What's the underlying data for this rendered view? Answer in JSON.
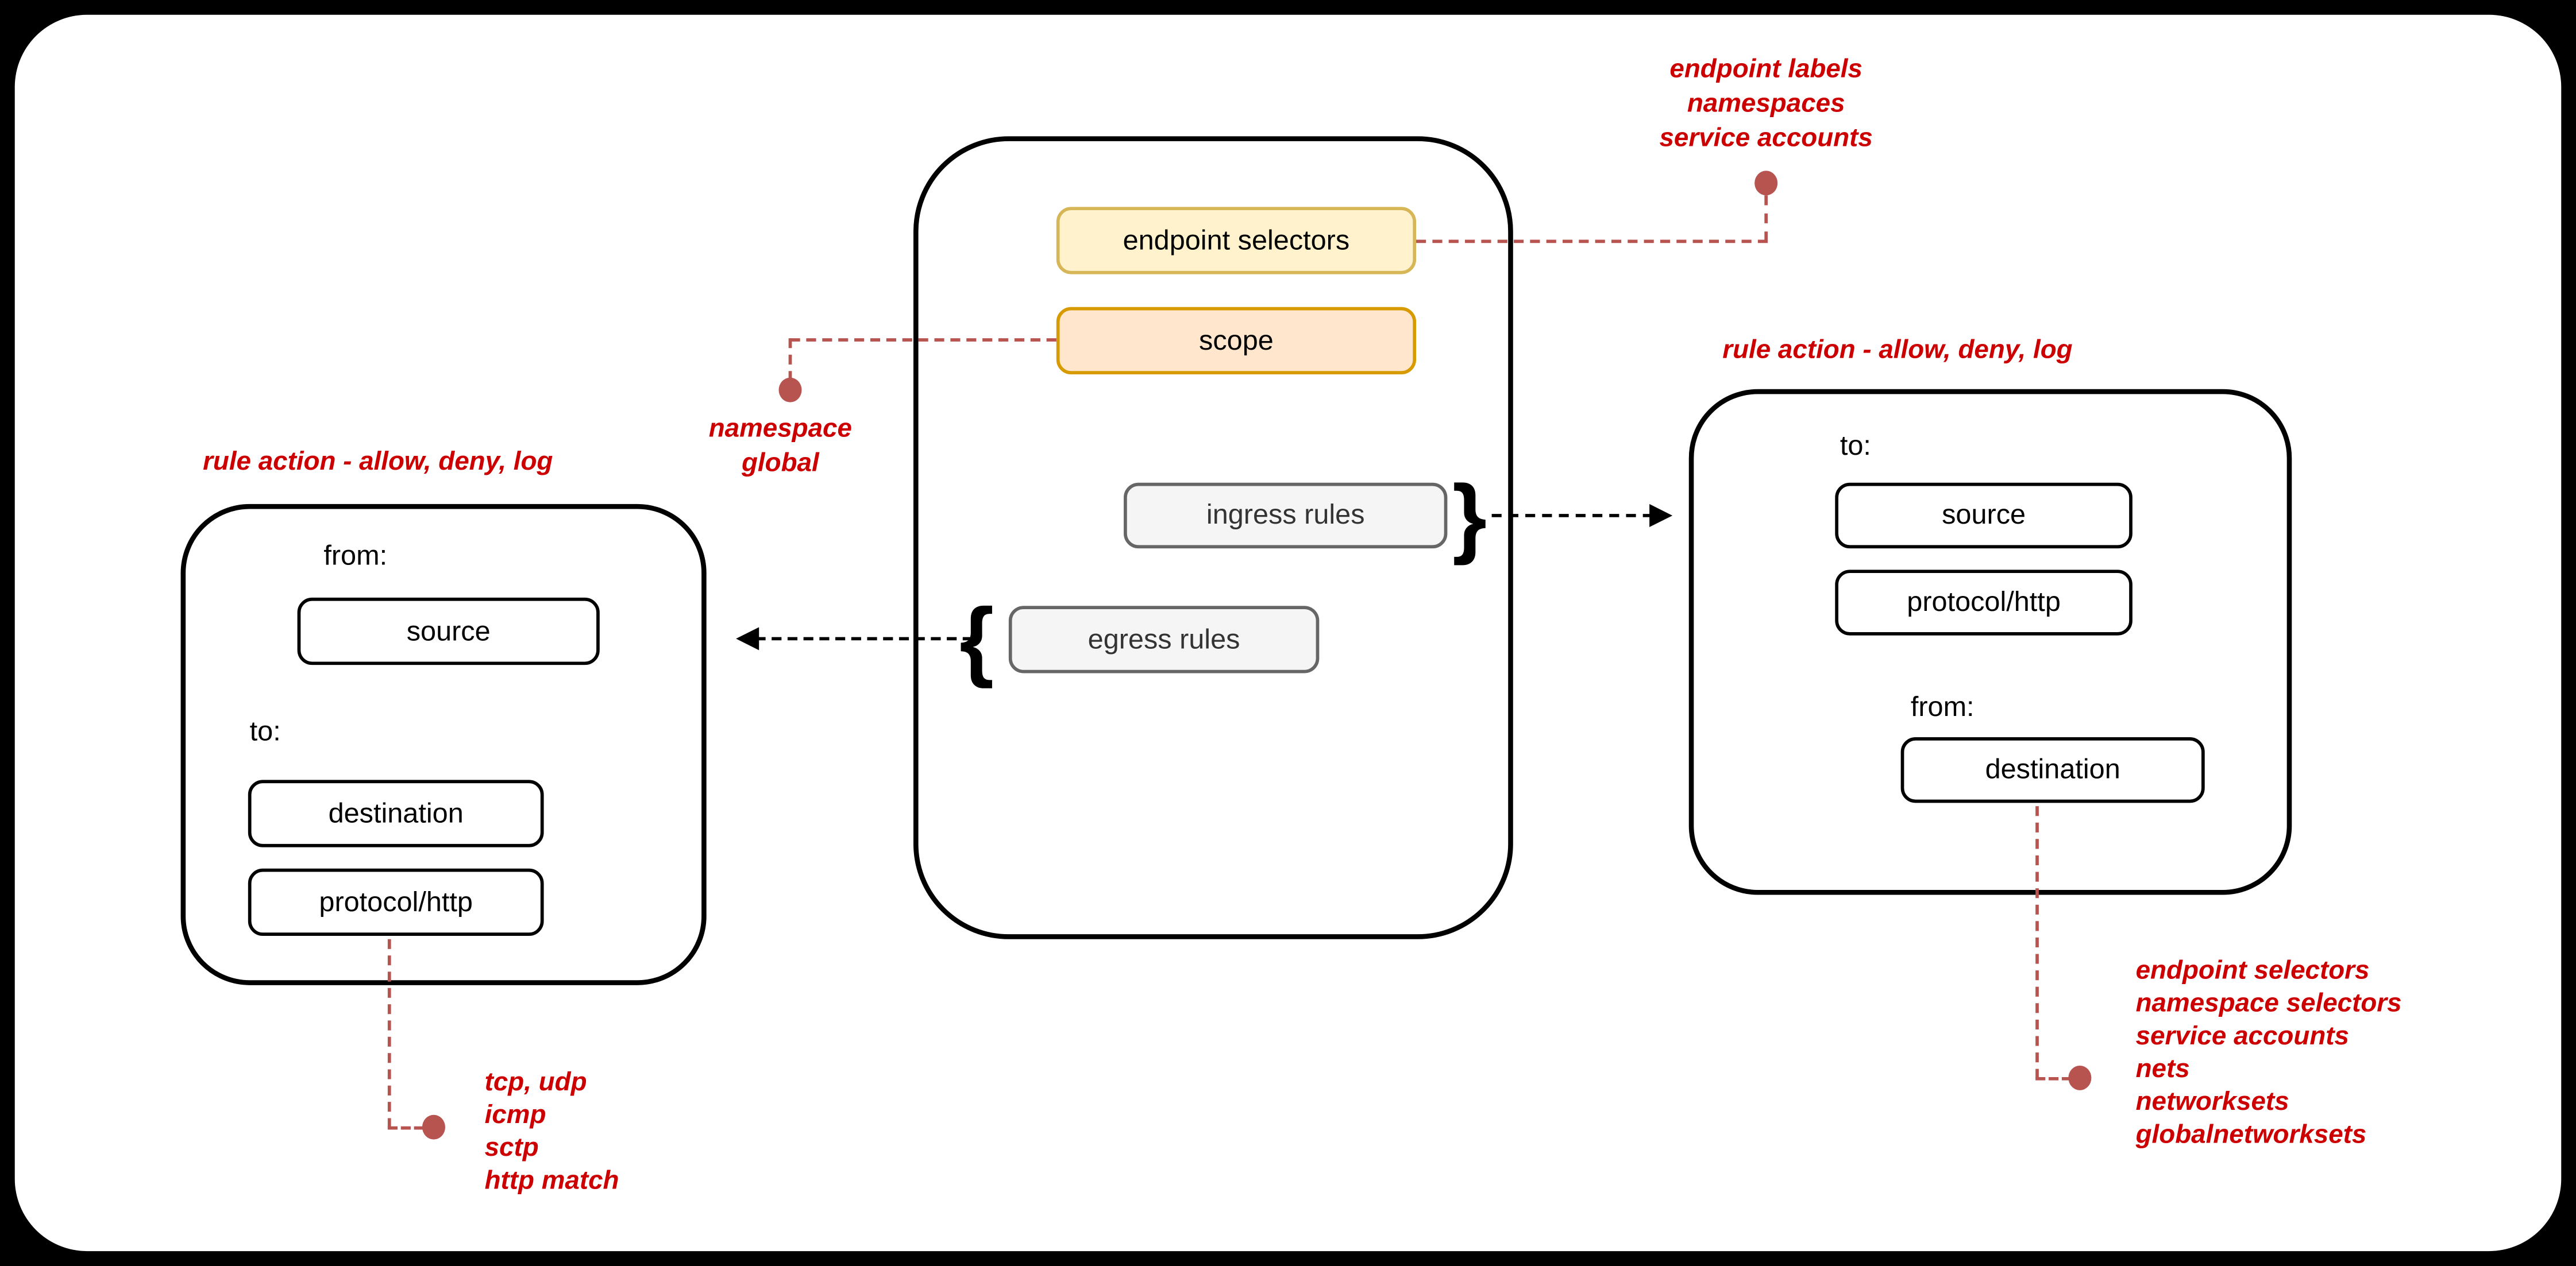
{
  "colors": {
    "red_text": "#CC0000",
    "red_connector": "#B85450",
    "yellow_fill": "#FFF2CC",
    "yellow_border": "#D6B656",
    "orange_fill": "#FFE6CC",
    "orange_border": "#D79B00",
    "gray_fill": "#F5F5F5",
    "gray_border": "#666666"
  },
  "policy_card": {
    "endpoint_selectors": "endpoint selectors",
    "scope": "scope",
    "ingress_rules": "ingress rules",
    "egress_rules": "egress rules",
    "ingress_brace": "}",
    "egress_brace": "{"
  },
  "left_rule_card": {
    "title": "rule action - allow, deny, log",
    "from_label": "from:",
    "source": "source",
    "to_label": "to:",
    "destination": "destination",
    "protocol": "protocol/http"
  },
  "right_rule_card": {
    "title": "rule action - allow, deny, log",
    "to_label": "to:",
    "source": "source",
    "protocol": "protocol/http",
    "from_label": "from:",
    "destination": "destination"
  },
  "annotations": {
    "endpoint_selector_types": "endpoint labels\nnamespaces\nservice accounts",
    "scope_values": "namespace\nglobal",
    "protocol_types": "tcp, udp\nicmp\nsctp\nhttp match",
    "destination_types": "endpoint selectors\nnamespace selectors\nservice accounts\nnets\nnetworksets\nglobalnetworksets"
  }
}
